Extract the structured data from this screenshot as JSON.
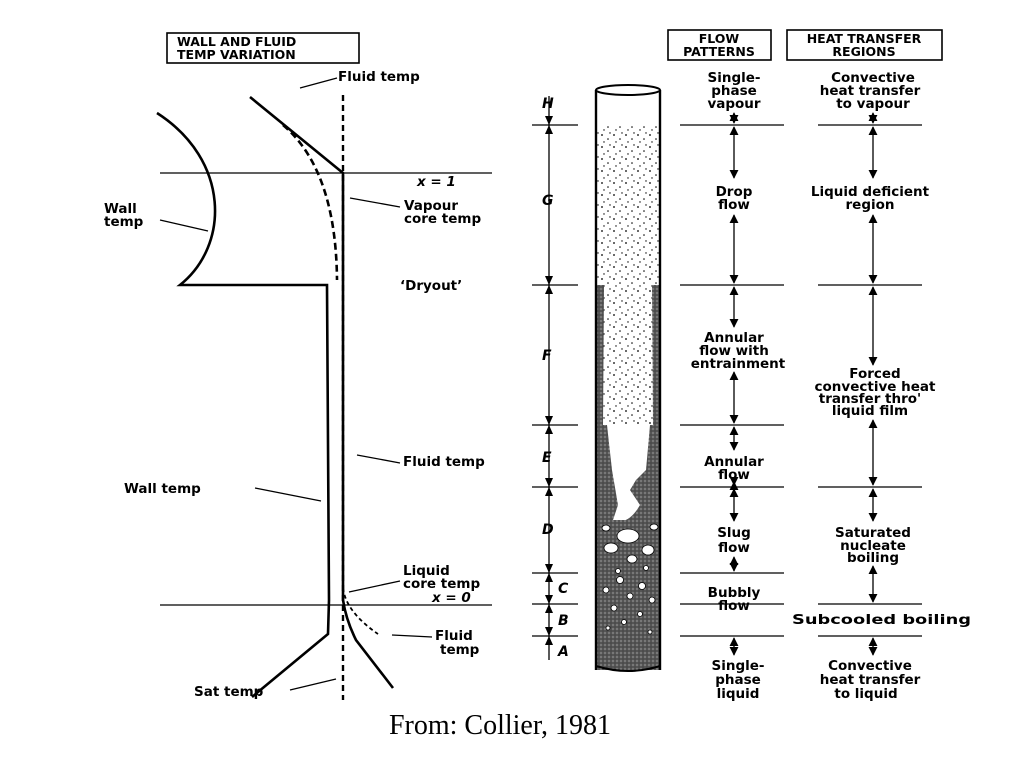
{
  "headers": {
    "wall_fluid_line1": "WALL AND FLUID",
    "wall_fluid_line2": "TEMP  VARIATION",
    "flow_line1": "FLOW",
    "flow_line2": "PATTERNS",
    "heat_line1": "HEAT TRANSFER",
    "heat_line2": "REGIONS"
  },
  "temp_labels": {
    "fluid_temp_top": "Fluid temp",
    "x1": "x = 1",
    "wall_temp_top_1": "Wall",
    "wall_temp_top_2": "temp",
    "vapour_core_1": "Vapour",
    "vapour_core_2": "core temp",
    "dryout": "‘Dryout’",
    "fluid_temp_mid": "Fluid temp",
    "wall_temp_mid": "Wall  temp",
    "liquid_core_1": "Liquid",
    "liquid_core_2": "core temp",
    "x0": "x = 0",
    "fluid_temp_bottom_1": "Fluid",
    "fluid_temp_bottom_2": "temp",
    "sat_temp": "Sat temp"
  },
  "zones": [
    "H",
    "G",
    "F",
    "E",
    "D",
    "C",
    "B",
    "A"
  ],
  "flow_patterns": {
    "single_phase_vapour": [
      "Single-",
      "phase",
      "vapour"
    ],
    "drop_flow": [
      "Drop",
      "flow"
    ],
    "annular_entrainment": [
      "Annular",
      "flow with",
      "entrainment"
    ],
    "annular_flow": [
      "Annular",
      "flow"
    ],
    "slug_flow": [
      "Slug",
      "flow"
    ],
    "bubbly_flow": [
      "Bubbly",
      "flow"
    ],
    "single_phase_liquid": [
      "Single-",
      "phase",
      "liquid"
    ]
  },
  "heat_regions": {
    "conv_vapour": [
      "Convective",
      "heat transfer",
      "to vapour"
    ],
    "liquid_deficient": [
      "Liquid deficient",
      "region"
    ],
    "forced_convective": [
      "Forced",
      "convective heat",
      "transfer thro'",
      "liquid film"
    ],
    "saturated_nucleate": [
      "Saturated",
      "nucleate",
      "boiling"
    ],
    "subcooled": [
      "Subcooled boiling"
    ],
    "conv_liquid": [
      "Convective",
      "heat transfer",
      "to liquid"
    ]
  },
  "source": "From: Collier, 1981"
}
